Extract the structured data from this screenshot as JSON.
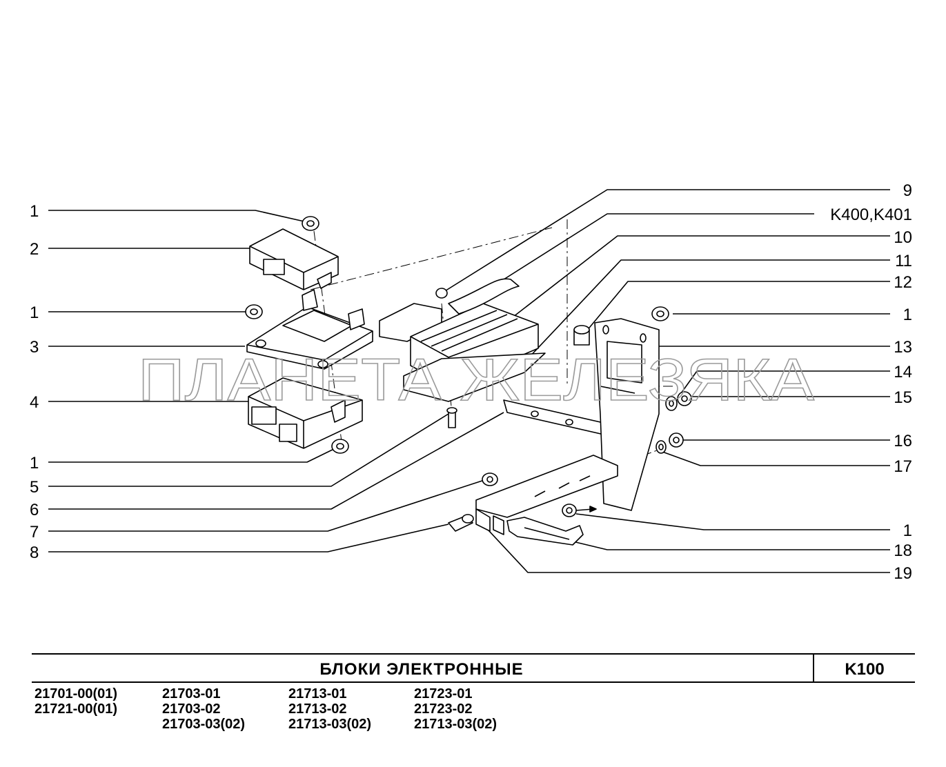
{
  "watermark": "ПЛАНЕТА ЖЕЛЕЗЯКА",
  "callouts_left": [
    {
      "label": "1"
    },
    {
      "label": "2"
    },
    {
      "label": "1"
    },
    {
      "label": "3"
    },
    {
      "label": "4"
    },
    {
      "label": "1"
    },
    {
      "label": "5"
    },
    {
      "label": "6"
    },
    {
      "label": "7"
    },
    {
      "label": "8"
    }
  ],
  "callouts_right": [
    {
      "label": "9"
    },
    {
      "label": "K400,K401"
    },
    {
      "label": "10"
    },
    {
      "label": "11"
    },
    {
      "label": "12"
    },
    {
      "label": "1"
    },
    {
      "label": "13"
    },
    {
      "label": "14"
    },
    {
      "label": "15"
    },
    {
      "label": "16"
    },
    {
      "label": "17"
    },
    {
      "label": "1"
    },
    {
      "label": "18"
    },
    {
      "label": "19"
    }
  ],
  "title_block": {
    "title": "БЛОКИ   ЭЛЕКТРОННЫЕ",
    "code": "K100"
  },
  "models": [
    [
      "21701-00(01)",
      "21721-00(01)"
    ],
    [
      "21703-01",
      "21703-02",
      "21703-03(02)"
    ],
    [
      "21713-01",
      "21713-02",
      "21713-03(02)"
    ],
    [
      "21723-01",
      "21723-02",
      "21713-03(02)"
    ]
  ],
  "colors": {
    "line": "#000000",
    "watermark_stroke": "#9a9a9a",
    "background": "#ffffff"
  }
}
